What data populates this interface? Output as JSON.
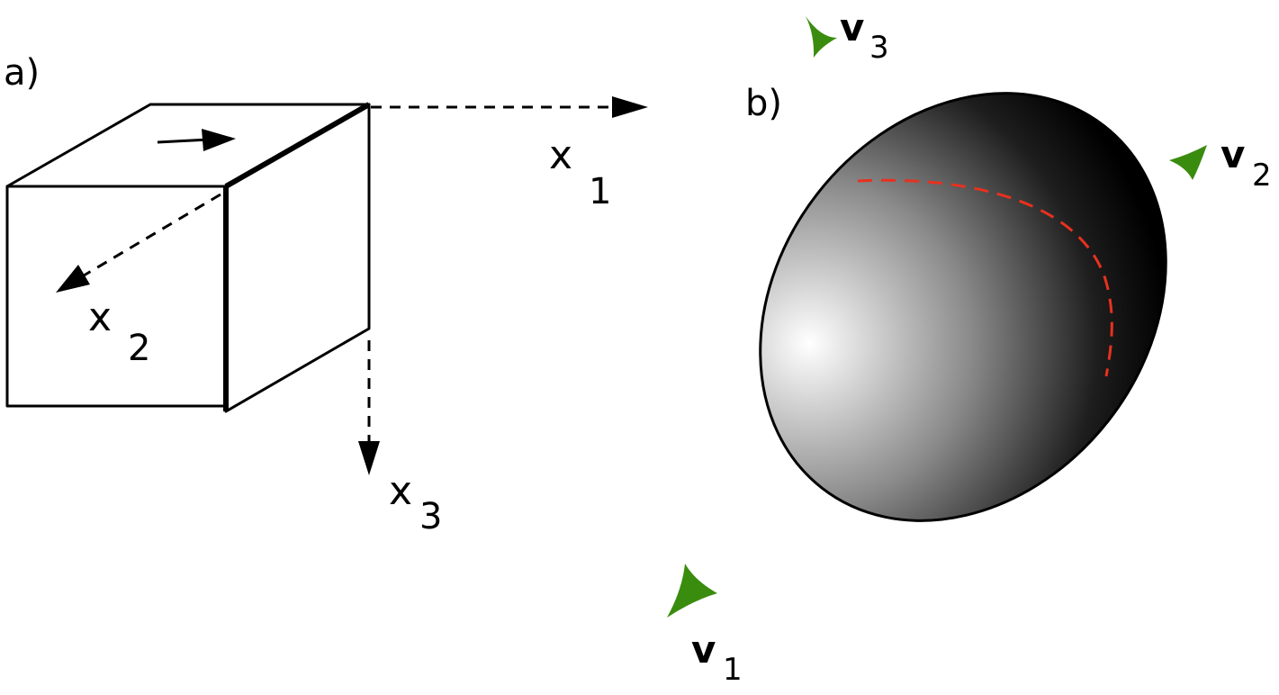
{
  "panel_a": {
    "label": "a)",
    "axes": {
      "x1": {
        "main": "x",
        "sub": "1"
      },
      "x2": {
        "main": "x",
        "sub": "2"
      },
      "x3": {
        "main": "x",
        "sub": "3"
      }
    }
  },
  "panel_b": {
    "label": "b)",
    "vectors": {
      "v1": {
        "main": "v",
        "sub": "1"
      },
      "v2": {
        "main": "v",
        "sub": "2"
      },
      "v3": {
        "main": "v",
        "sub": "3"
      }
    }
  },
  "colors": {
    "marker_green": "#3a8c0f",
    "dashed_curve_red": "#e8311f",
    "line": "#000000"
  }
}
